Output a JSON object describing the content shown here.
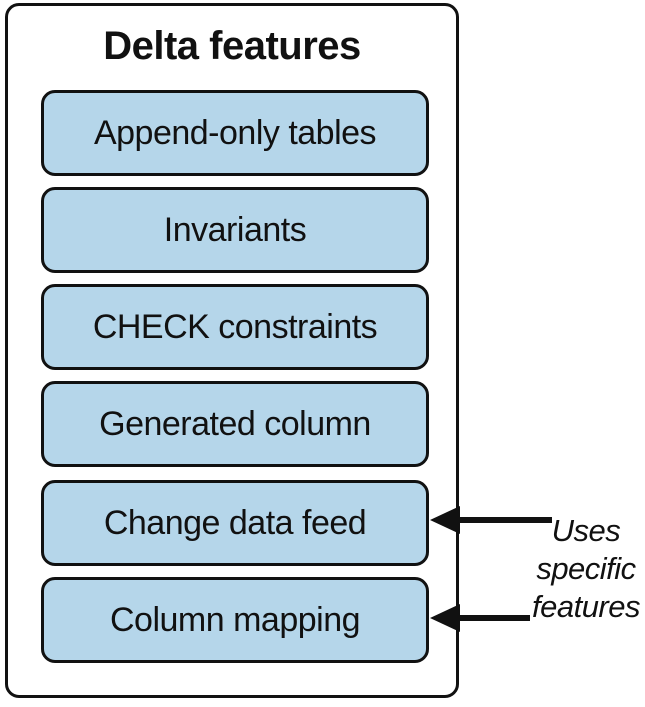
{
  "panel": {
    "title": "Delta features"
  },
  "features": [
    {
      "label": "Append-only tables"
    },
    {
      "label": "Invariants"
    },
    {
      "label": "CHECK constraints"
    },
    {
      "label": "Generated column"
    },
    {
      "label": "Change data feed"
    },
    {
      "label": "Column mapping"
    }
  ],
  "note": {
    "lines": [
      "Uses",
      "specific",
      "features"
    ]
  },
  "colors": {
    "box_fill": "#b5d6ea",
    "stroke": "#111111"
  }
}
